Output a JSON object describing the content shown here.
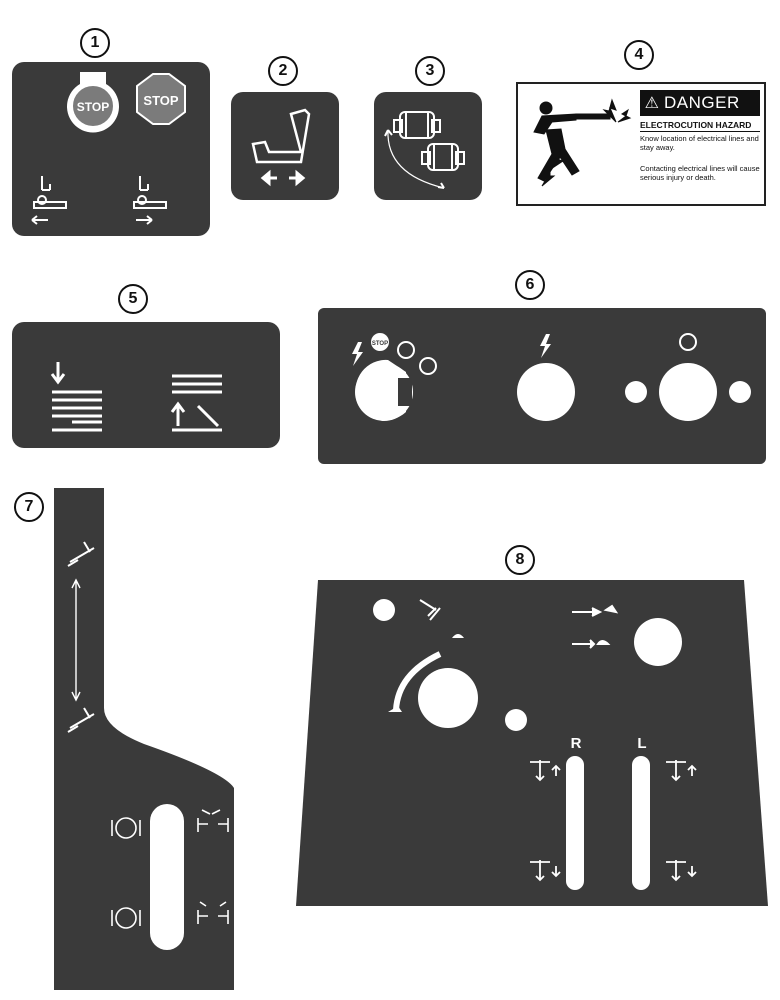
{
  "callouts": [
    "1",
    "2",
    "3",
    "4",
    "5",
    "6",
    "7",
    "8"
  ],
  "decal1": {
    "stop_label_1": "STOP",
    "stop_label_2": "STOP"
  },
  "decal4": {
    "danger_title": "DANGER",
    "hazard": "ELECTROCUTION HAZARD",
    "line1": "Know location of electrical lines and stay away.",
    "line2": "Contacting electrical lines will cause serious injury or death.",
    "icon": "warning-triangle-icon"
  },
  "decal6": {
    "stop_label": "STOP"
  },
  "decal8": {
    "right_label": "R",
    "left_label": "L"
  },
  "colors": {
    "decal": "#3a3a3a",
    "stop_red": "#7b7b7b",
    "ink": "#ffffff",
    "danger_head": "#111111"
  }
}
